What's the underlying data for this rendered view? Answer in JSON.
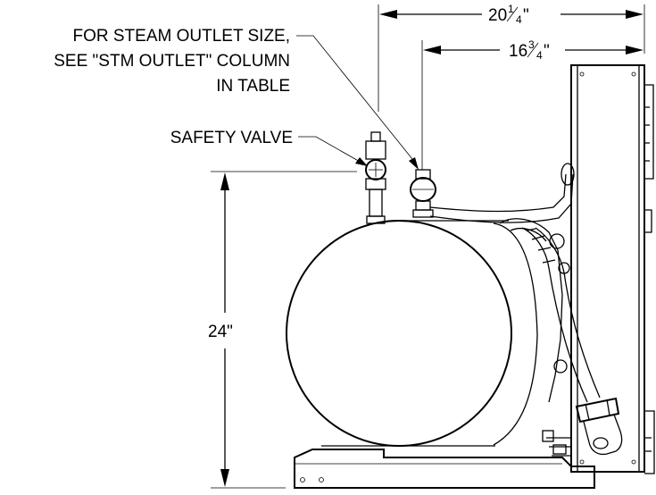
{
  "diagram": {
    "labels": {
      "steam_outlet_line1": "FOR STEAM OUTLET SIZE,",
      "steam_outlet_line2": "SEE \"STM OUTLET\" COLUMN",
      "steam_outlet_line3": "IN TABLE",
      "safety_valve": "SAFETY VALVE"
    },
    "dimensions": {
      "overall_width_whole": "20",
      "overall_width_num": "1",
      "overall_width_den": "4",
      "outlet_width_whole": "16",
      "outlet_width_num": "3",
      "outlet_width_den": "4",
      "height": "24\""
    }
  }
}
